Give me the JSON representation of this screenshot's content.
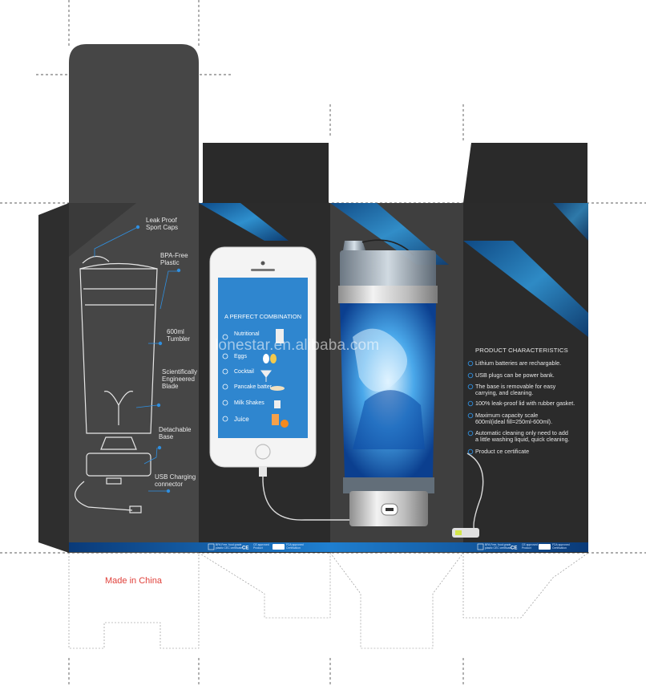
{
  "callouts": {
    "leak_proof": [
      "Leak Proof",
      "Sport Caps"
    ],
    "bpa_free": [
      "BPA-Free",
      "Plastic"
    ],
    "tumbler": [
      "600ml",
      "Tumbler"
    ],
    "blade": [
      "Scientifically",
      "Engineered",
      "Blade"
    ],
    "base": [
      "Detachable",
      "Base"
    ],
    "usb": [
      "USB Charging",
      "connector"
    ]
  },
  "phone": {
    "heading": "A PERFECT COMBINATION",
    "items": [
      "Nutritional",
      "Eggs",
      "Cocktail",
      "Pancake batter",
      "Milk Shakes",
      "Juice"
    ]
  },
  "watermark": "lonestar.en.alibaba.com",
  "specs": {
    "heading": "PRODUCT CHARACTERISTICS",
    "items": [
      [
        "Lithium batteries are rechargable."
      ],
      [
        "USB plugs can be power bank."
      ],
      [
        "The base is removable for easy",
        "carrying, and cleaning."
      ],
      [
        "100% leak-proof lid with rubber gasket."
      ],
      [
        "Maximum capacity scale",
        "600ml(ideal fill=250ml-600ml)."
      ],
      [
        "Automatic cleaning only need to add",
        "a little washing liquid, quick cleaning."
      ],
      [
        "Product ce certificate"
      ]
    ]
  },
  "certs": {
    "bpa": [
      "BPA Free, food grade",
      "plastic CEC certificate"
    ],
    "ce": [
      "CE approved",
      "Product"
    ],
    "fda": [
      "FDA approved",
      "Certification"
    ]
  },
  "made_in": "Made in China",
  "colors": {
    "panel": "#464646",
    "dark": "#2b2b2b",
    "accent": "#1f7fc8",
    "phone_screen": "#2f86cf",
    "made_in": "#e0403a"
  }
}
